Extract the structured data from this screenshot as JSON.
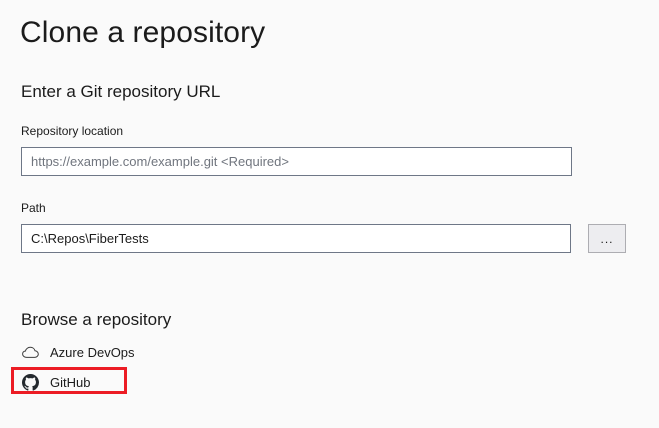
{
  "page": {
    "title": "Clone a repository",
    "background_color": "#fafafa"
  },
  "url_section": {
    "heading": "Enter a Git repository URL",
    "fields": [
      {
        "label": "Repository location",
        "placeholder": "https://example.com/example.git <Required>",
        "value": ""
      },
      {
        "label": "Path",
        "placeholder": "",
        "value": "C:\\Repos\\FiberTests"
      }
    ],
    "browse_button_label": "..."
  },
  "browse_section": {
    "heading": "Browse a repository",
    "sources": [
      {
        "label": "Azure DevOps",
        "icon": "cloud-icon"
      },
      {
        "label": "GitHub",
        "icon": "github-icon"
      }
    ]
  },
  "annotation": {
    "highlight_color": "#ec1c24",
    "highlight_target": "GitHub"
  }
}
